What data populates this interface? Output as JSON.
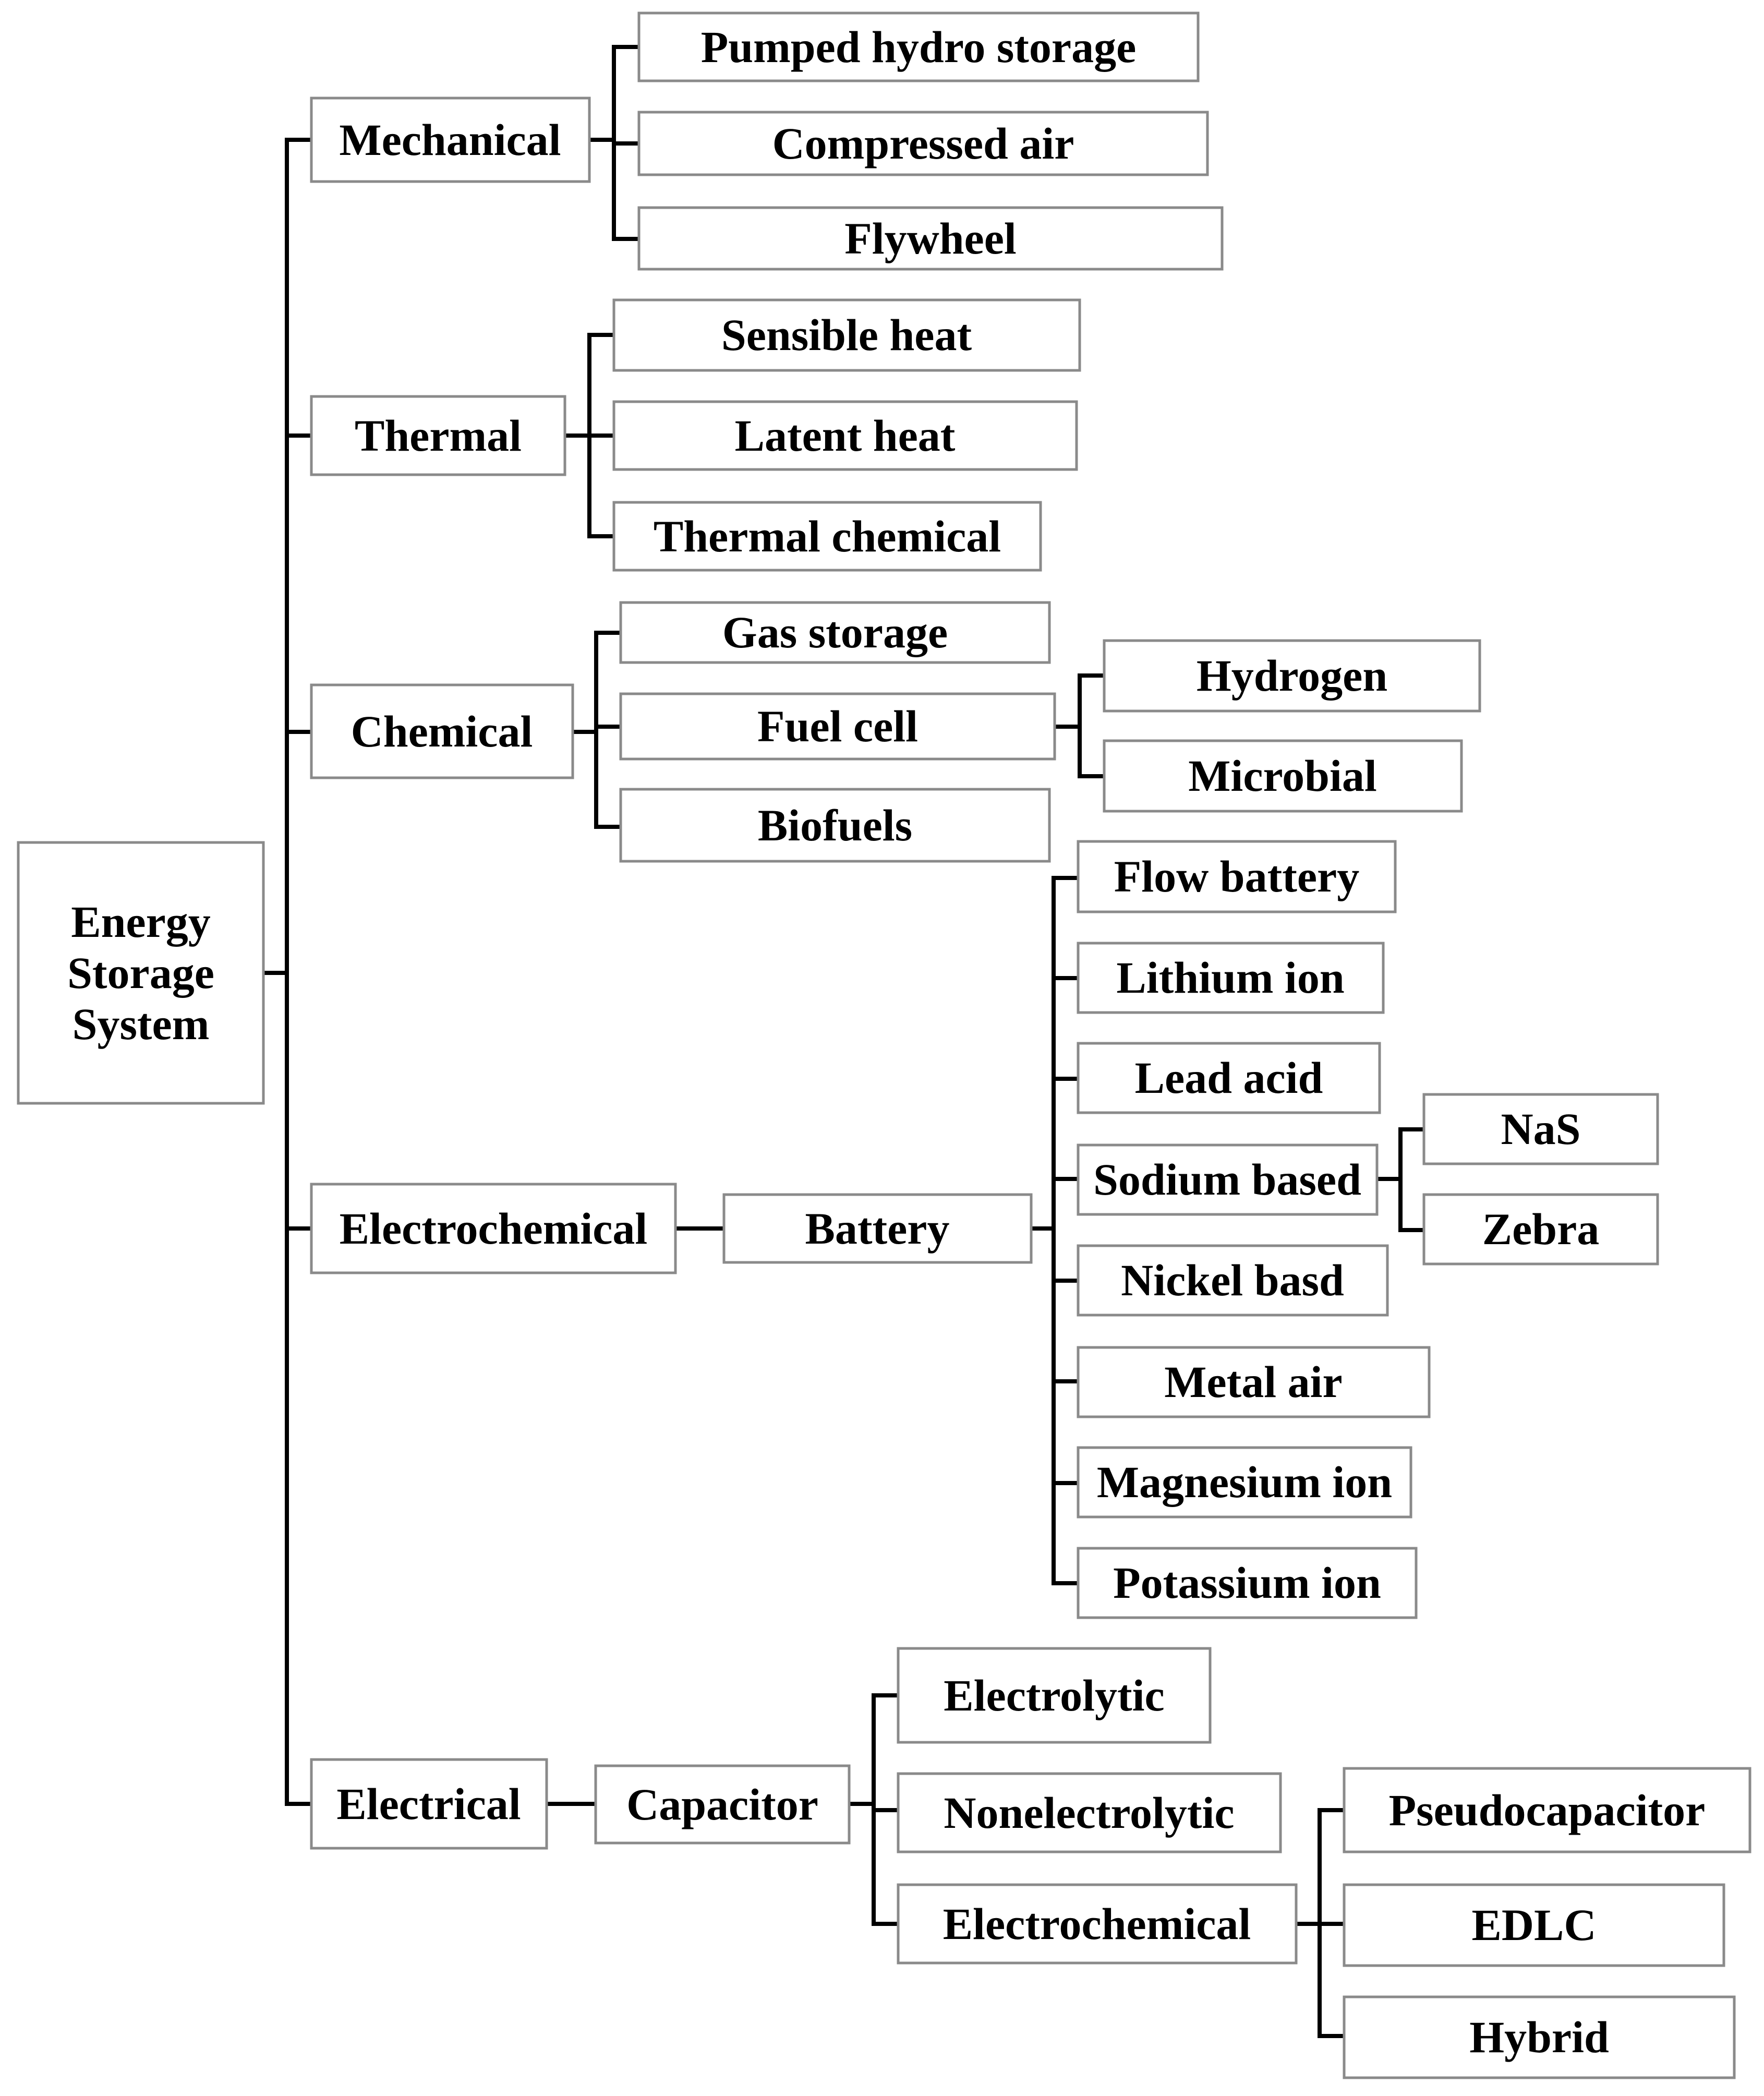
{
  "root": {
    "lines": [
      "Energy",
      "Storage",
      "System"
    ]
  },
  "categories": {
    "mechanical": {
      "label": "Mechanical",
      "children": [
        "Pumped hydro storage",
        "Compressed air",
        "Flywheel"
      ]
    },
    "thermal": {
      "label": "Thermal",
      "children": [
        "Sensible heat",
        "Latent heat",
        "Thermal chemical"
      ]
    },
    "chemical": {
      "label": "Chemical",
      "children": [
        "Gas storage",
        "Fuel cell",
        "Biofuels"
      ],
      "fuel_cell_children": [
        "Hydrogen",
        "Microbial"
      ]
    },
    "electrochemical": {
      "label": "Electrochemical",
      "battery": "Battery",
      "battery_children": [
        "Flow battery",
        "Lithium ion",
        "Lead acid",
        "Sodium based",
        "Nickel basd",
        "Metal air",
        "Magnesium ion",
        "Potassium ion"
      ],
      "sodium_children": [
        "NaS",
        "Zebra"
      ]
    },
    "electrical": {
      "label": "Electrical",
      "capacitor": "Capacitor",
      "capacitor_children": [
        "Electrolytic",
        "Nonelectrolytic",
        "Electrochemical"
      ],
      "ec_capacitor_children": [
        "Pseudocapacitor",
        "EDLC",
        "Hybrid"
      ]
    }
  }
}
